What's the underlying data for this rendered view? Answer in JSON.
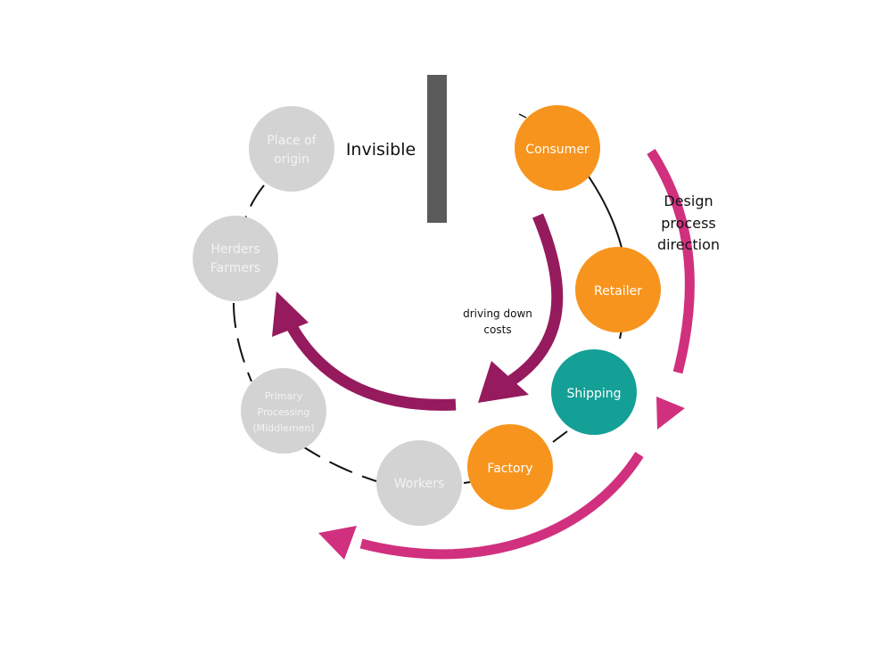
{
  "colors": {
    "grey_node": "#d4d3d3",
    "grey_text": "#f3f3f3",
    "orange_node": "#f7941d",
    "teal_node": "#14a096",
    "purple_arrow": "#961a5e",
    "pink_arrow": "#d1307f",
    "divider": "#5b5b5b",
    "cycle_line": "#111111"
  },
  "nodes": {
    "place_of_origin": {
      "line1": "Place of",
      "line2": "origin"
    },
    "herders_farmers": {
      "line1": "Herders",
      "line2": "Farmers"
    },
    "primary_processing": {
      "line1": "Primary",
      "line2": "Processing",
      "line3": "(Middlemen)"
    },
    "workers": {
      "label": "Workers"
    },
    "factory": {
      "label": "Factory"
    },
    "shipping": {
      "label": "Shipping"
    },
    "retailer": {
      "label": "Retailer"
    },
    "consumer": {
      "label": "Consumer"
    }
  },
  "labels": {
    "invisible": "Invisible",
    "driving_line1": "driving down",
    "driving_line2": "costs",
    "design_line1": "Design",
    "design_line2": "process",
    "design_line3": "direction"
  }
}
